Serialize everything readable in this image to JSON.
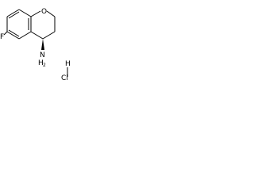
{
  "molecule": {
    "atom_labels": {
      "oxygen": "O",
      "fluorine": "F",
      "nitrogen": "N",
      "nitrogen_h": "H",
      "nitrogen_h_count": "2",
      "salt_h": "H",
      "chlorine": "Cl"
    }
  },
  "colors": {
    "bond": "#000000",
    "text": "#000000",
    "background": "#ffffff"
  }
}
